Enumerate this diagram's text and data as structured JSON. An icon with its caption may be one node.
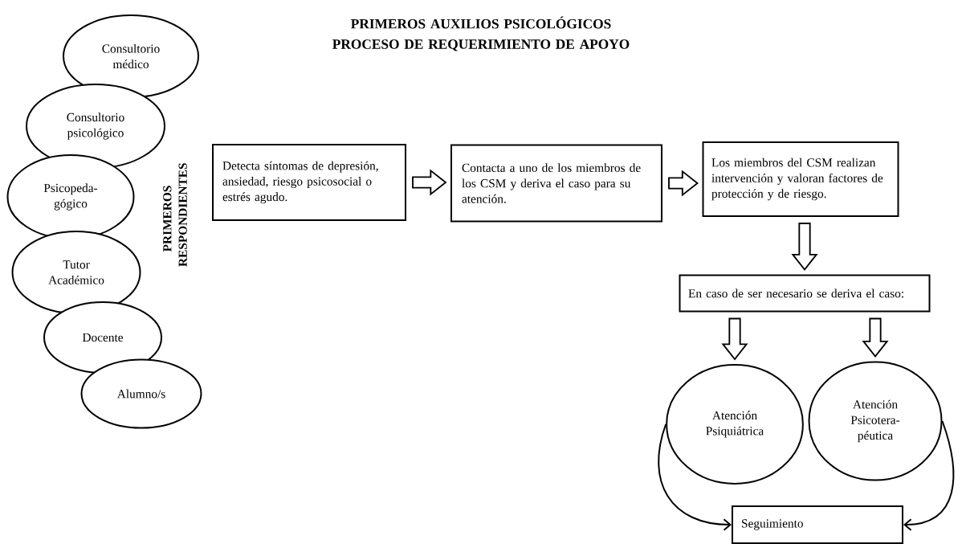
{
  "diagram": {
    "title": "PRIMEROS AUXILIOS PSICOLÓGICOS PROCESO DE REQUERIMIENTO DE APOYO",
    "nodes": [
      {
        "text": [
          "Consultorio médico"
        ]
      },
      {
        "text": [
          "Consultorio psicológico"
        ]
      },
      {
        "text": [
          "Psicopeda- gógico"
        ]
      },
      {
        "text": [
          "Tutor Académico"
        ]
      },
      {
        "text": [
          "Docente"
        ]
      },
      {
        "text": [
          "Alumno/s"
        ]
      },
      {
        "text": [
          "Detecta síntomas de depresión, ansiedad, riesgo psicosocial o estrés agudo."
        ]
      },
      {
        "text": [
          "Contacta a uno de los miembros de los CSM y deriva el caso para su atención."
        ]
      },
      {
        "text": [
          "Los miembros del CSM realizan intervención y valoran factores de protección y de riesgo."
        ]
      },
      {
        "text": [
          "En caso de ser necesario se deriva el caso:"
        ]
      },
      {
        "text": [
          "Atención Psiquiátrica"
        ]
      },
      {
        "text": [
          "Atención Psicotera- péutica"
        ]
      },
      {
        "text": [
          "Seguimiento"
        ]
      }
    ],
    "edges": [
      {
        "from": 6,
        "to": 7,
        "arrow": "to"
      },
      {
        "from": 7,
        "to": 8,
        "arrow": "to"
      },
      {
        "from": 8,
        "to": 9,
        "arrow": "to"
      },
      {
        "from": 9,
        "to": 10,
        "arrow": "to"
      },
      {
        "from": 9,
        "to": 11,
        "arrow": "to"
      },
      {
        "from": 10,
        "to": 12,
        "arrow": "to"
      },
      {
        "from": 11,
        "to": 12,
        "arrow": "to"
      }
    ],
    "labels": [
      "PRIMEROS RESPONDIENTES"
    ]
  }
}
